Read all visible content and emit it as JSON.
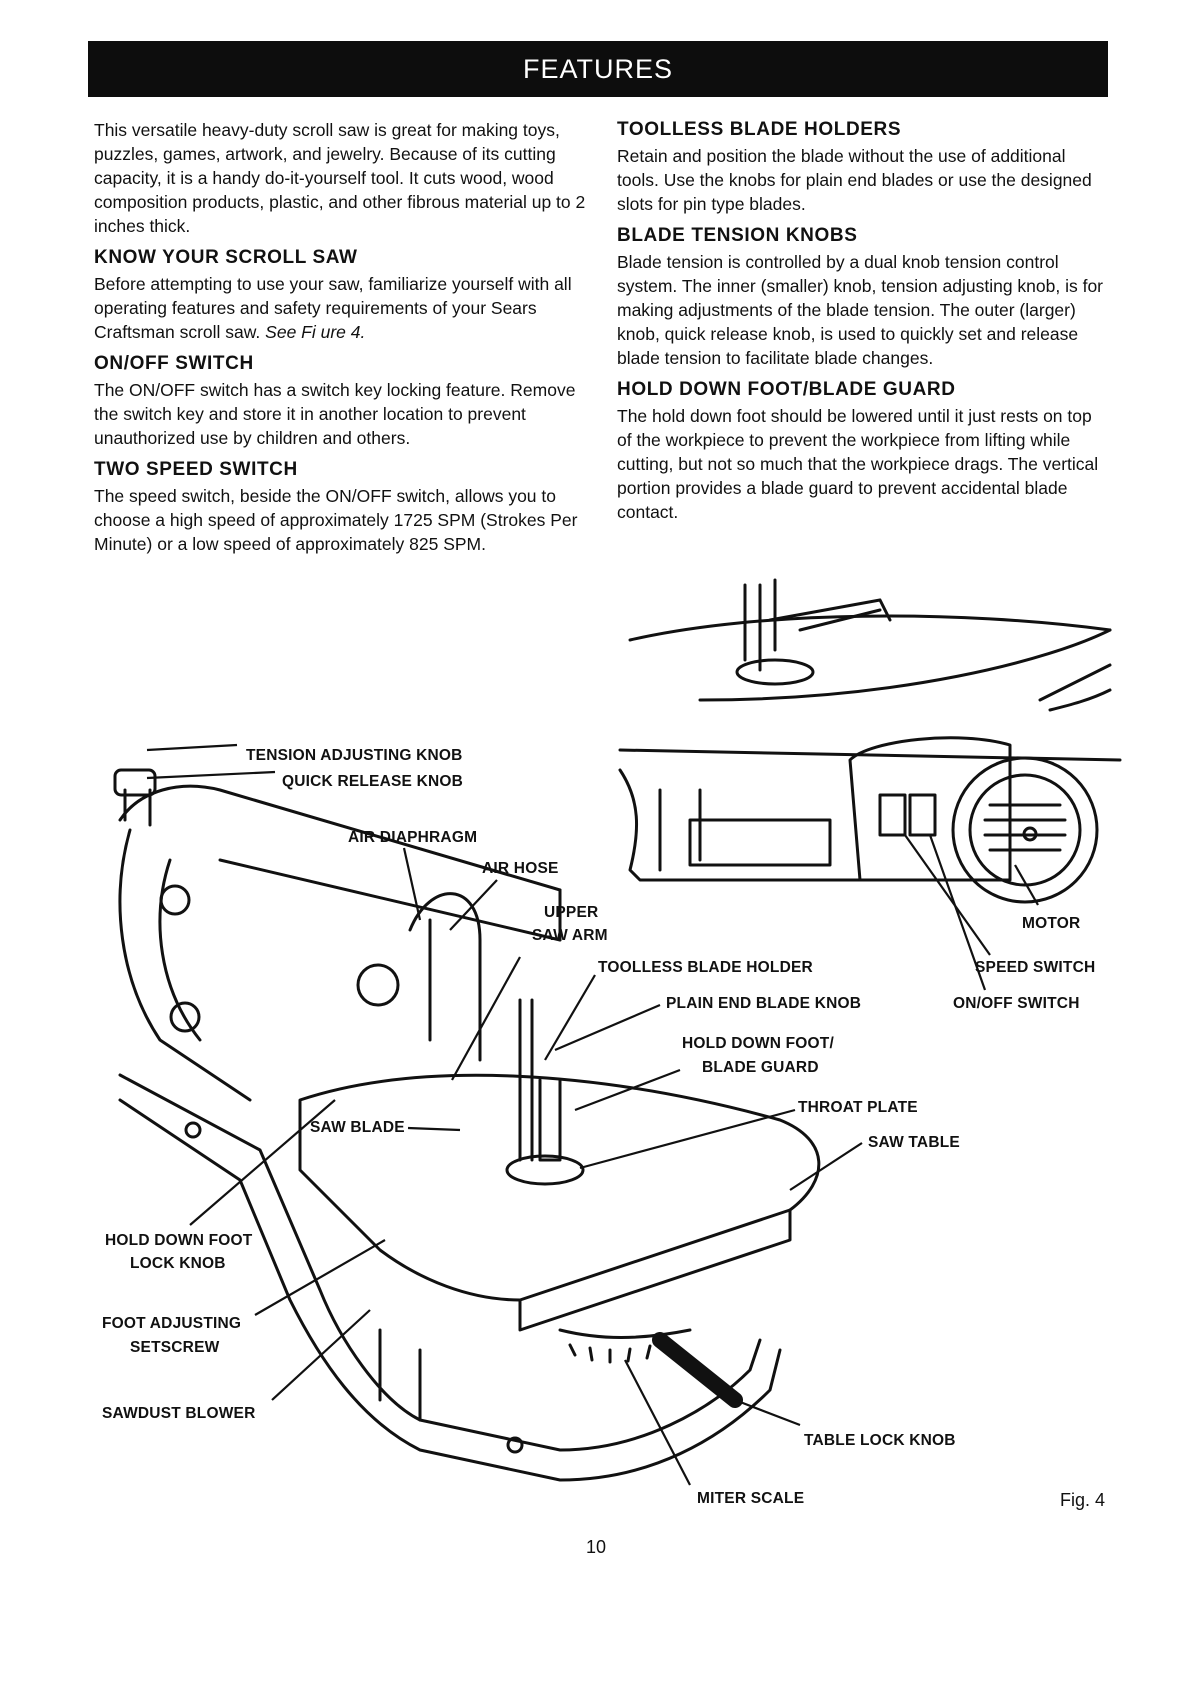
{
  "banner": {
    "title": "FEATURES"
  },
  "left": {
    "intro": "This versatile heavy-duty scroll saw is great for making toys, puzzles, games, artwork, and jewelry. Because of its cutting capacity, it is a handy do-it-yourself tool. It cuts wood, wood composition products, plastic, and other fibrous material up to 2 inches thick.",
    "sections": [
      {
        "heading": "KNOW YOUR SCROLL SAW",
        "body": "Before attempting to use your saw, familiarize yourself with all operating features and safety requirements of your Sears Craftsman scroll saw.",
        "ref": "See Fi ure 4."
      },
      {
        "heading": "ON/OFF SWITCH",
        "body": "The ON/OFF switch has a switch key locking feature. Remove the switch key and store it in another location to prevent unauthorized use by children and others."
      },
      {
        "heading": "TWO SPEED SWITCH",
        "body": "The speed switch, beside the ON/OFF switch, allows you to choose a high speed of approximately 1725 SPM (Strokes Per Minute) or a low speed of approximately 825 SPM."
      }
    ]
  },
  "right": {
    "sections": [
      {
        "heading": "TOOLLESS BLADE HOLDERS",
        "body": "Retain and position the blade without the use of additional tools. Use the knobs for plain end blades or use the designed slots for pin type blades."
      },
      {
        "heading": "BLADE TENSION KNOBS",
        "body": "Blade tension is controlled by a dual knob tension control system. The inner (smaller) knob, tension adjusting knob, is for making adjustments of the blade tension. The outer (larger) knob, quick release knob, is used to quickly set and release blade tension to facilitate blade changes."
      },
      {
        "heading": "HOLD DOWN FOOT/BLADE GUARD",
        "body": "The hold down foot should be lowered until it just rests on top of the workpiece to prevent the workpiece from lifting while cutting, but not so much that the workpiece drags. The vertical portion provides a blade guard to prevent accidental blade contact."
      }
    ]
  },
  "figure": {
    "labels": {
      "tension_adjusting_knob": "TENSION ADJUSTING KNOB",
      "quick_release_knob": "QUICK RELEASE KNOB",
      "air_diaphragm": "AIR DIAPHRAGM",
      "air_hose": "AIR HOSE",
      "upper": "UPPER",
      "saw_arm": "SAW ARM",
      "toolless_blade_holder": "TOOLLESS BLADE HOLDER",
      "plain_end_blade_knob": "PLAIN END BLADE KNOB",
      "hold_down_foot_1": "HOLD DOWN FOOT/",
      "hold_down_foot_2": "BLADE GUARD",
      "throat_plate": "THROAT PLATE",
      "saw_table": "SAW TABLE",
      "saw_blade": "SAW BLADE",
      "motor": "MOTOR",
      "speed_switch": "SPEED SWITCH",
      "on_off_switch": "ON/OFF SWITCH",
      "hold_down_foot_lock_1": "HOLD DOWN FOOT",
      "hold_down_foot_lock_2": "LOCK KNOB",
      "foot_adjusting_1": "FOOT ADJUSTING",
      "foot_adjusting_2": "SETSCREW",
      "sawdust_blower": "SAWDUST BLOWER",
      "table_lock_knob": "TABLE LOCK KNOB",
      "miter_scale": "MITER SCALE"
    },
    "fig_number": "Fig. 4"
  },
  "page_number": "10"
}
